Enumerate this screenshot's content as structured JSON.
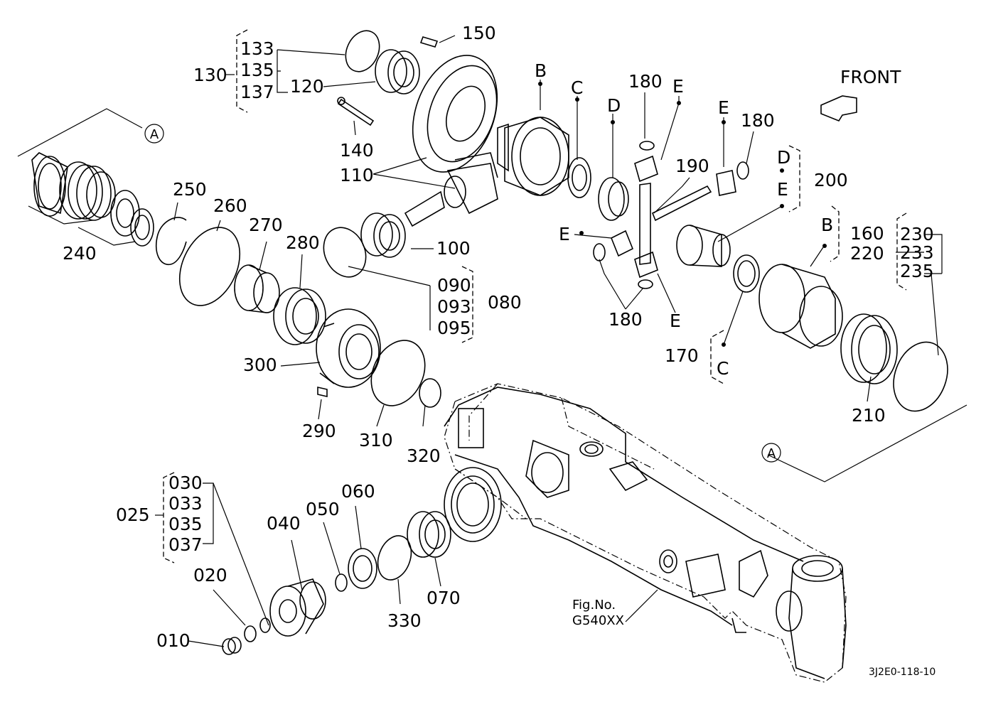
{
  "front_label": "FRONT",
  "figure": {
    "fig_label": "Fig.No.",
    "fig_number": "G540XX",
    "drawing_code": "3J2E0-118-10"
  },
  "section_markers": {
    "top": "A",
    "bottom": "A"
  },
  "callouts": {
    "p010": "010",
    "p020": "020",
    "p025": "025",
    "p030": "030",
    "p033": "033",
    "p035": "035",
    "p037": "037",
    "p040": "040",
    "p050": "050",
    "p060": "060",
    "p070": "070",
    "p080": "080",
    "p090": "090",
    "p093": "093",
    "p095": "095",
    "p100": "100",
    "p110": "110",
    "p120": "120",
    "p130": "130",
    "p133": "133",
    "p135": "135",
    "p137": "137",
    "p140": "140",
    "p150": "150",
    "p160": "160",
    "p170": "170",
    "p180a": "180",
    "p180b": "180",
    "p180c": "180",
    "p190": "190",
    "p200": "200",
    "p210": "210",
    "p220": "220",
    "p230": "230",
    "p233": "233",
    "p235": "235",
    "p240": "240",
    "p250": "250",
    "p260": "260",
    "p270": "270",
    "p280": "280",
    "p290": "290",
    "p300": "300",
    "p310": "310",
    "p320": "320",
    "p330": "330"
  },
  "ref_letters": {
    "B_top": "B",
    "C_top": "C",
    "D_top": "D",
    "E_top1": "E",
    "E_top2": "E",
    "D_right": "D",
    "E_right": "E",
    "E_left": "E",
    "E_bottom": "E",
    "B_right": "B",
    "C_bottom": "C"
  }
}
